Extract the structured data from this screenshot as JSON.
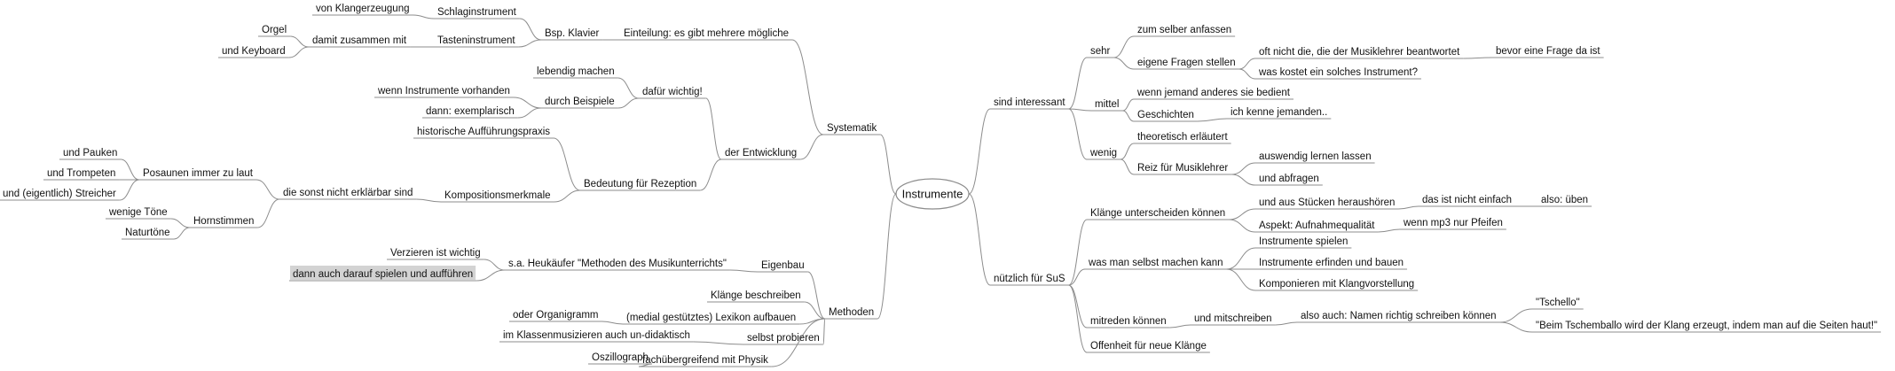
{
  "root": {
    "label": "Instrumente"
  },
  "nodes": {
    "systematik": "Systematik",
    "einteilung": "Einteilung: es gibt mehrere mögliche",
    "bsp_klavier": "Bsp. Klavier",
    "schlaginstrument": "Schlaginstrument",
    "von_klangerzeugung": "von Klangerzeugung",
    "tasteninstrument": "Tasteninstrument",
    "damit_zusammen": "damit zusammen mit",
    "orgel": "Orgel",
    "und_keyboard": "und Keyboard",
    "entwicklung": "der Entwicklung",
    "dafuer_wichtig": "dafür wichtig!",
    "lebendig": "lebendig machen",
    "durch_beispiele": "durch Beispiele",
    "wenn_vorhanden": "wenn Instrumente vorhanden",
    "exemplarisch": "dann: exemplarisch",
    "bedeutung_rezeption": "Bedeutung für Rezeption",
    "historische": "historische Aufführungspraxis",
    "kompositionsmerkmale": "Kompositionsmerkmale",
    "sonst_nicht": "die sonst nicht erklärbar sind",
    "posaunen": "Posaunen immer zu laut",
    "pauken": "und Pauken",
    "trompeten": "und Trompeten",
    "streicher": "und (eigentlich) Streicher",
    "hornstimmen": "Hornstimmen",
    "wenige_toene": "wenige Töne",
    "naturtoene": "Naturtöne",
    "methoden": "Methoden",
    "eigenbau": "Eigenbau",
    "heukaeufer": "s.a. Heukäufer \"Methoden des Musikunterrichts\"",
    "verzieren": "Verzieren ist wichtig",
    "darauf_spielen": "dann auch darauf spielen und aufführen",
    "klaenge_beschreiben": "Klänge beschreiben",
    "lexikon": "(medial gestütztes) Lexikon aufbauen",
    "organigramm": "oder Organigramm",
    "selbst_probieren": "selbst probieren",
    "klassenmusizieren": "im Klassenmusizieren auch un-didaktisch",
    "fachuebergreifend": "fachübergreifend mit Physik",
    "oszillograph": "Oszillograph",
    "sind_interessant": "sind interessant",
    "sehr": "sehr",
    "selber_anfassen": "zum selber anfassen",
    "eigene_fragen": "eigene Fragen stellen",
    "oft_nicht": "oft nicht die, die der Musiklehrer beantwortet",
    "bevor_frage": "bevor eine Frage da ist",
    "was_kostet": "was kostet ein solches Instrument?",
    "mittel": "mittel",
    "wenn_jemand": "wenn jemand anderes sie bedient",
    "geschichten": "Geschichten",
    "ich_kenne": "ich kenne jemanden..",
    "wenig": "wenig",
    "theoretisch": "theoretisch erläutert",
    "reiz": "Reiz für Musiklehrer",
    "auswendig": "auswendig lernen lassen",
    "abfragen": "und abfragen",
    "nuetzlich": "nützlich für SuS",
    "klaenge_unterscheiden": "Klänge unterscheiden können",
    "aus_stuecken": "und aus Stücken heraushören",
    "nicht_einfach": "das ist nicht einfach",
    "also_ueben": "also: üben",
    "aufnahmequalitaet": "Aspekt: Aufnahmequalität",
    "mp3": "wenn mp3 nur Pfeifen",
    "selbst_machen": "was man selbst machen kann",
    "spielen": "Instrumente spielen",
    "erfinden": "Instrumente erfinden und bauen",
    "komponieren": "Komponieren mit Klangvorstellung",
    "mitreden": "mitreden können",
    "mitschreiben": "und mitschreiben",
    "namen_schreiben": "also auch: Namen richtig schreiben können",
    "tschello": "\"Tschello\"",
    "tschemballo": "\"Beim Tschemballo wird der Klang erzeugt, indem man auf die Seiten haut!\"",
    "offenheit": "Offenheit für neue Klänge"
  },
  "highlighted_node": "darauf_spielen",
  "colors": {
    "line": "#8c8c8c",
    "text": "#111111",
    "highlight": "#d3d3d3",
    "background": "#ffffff"
  }
}
